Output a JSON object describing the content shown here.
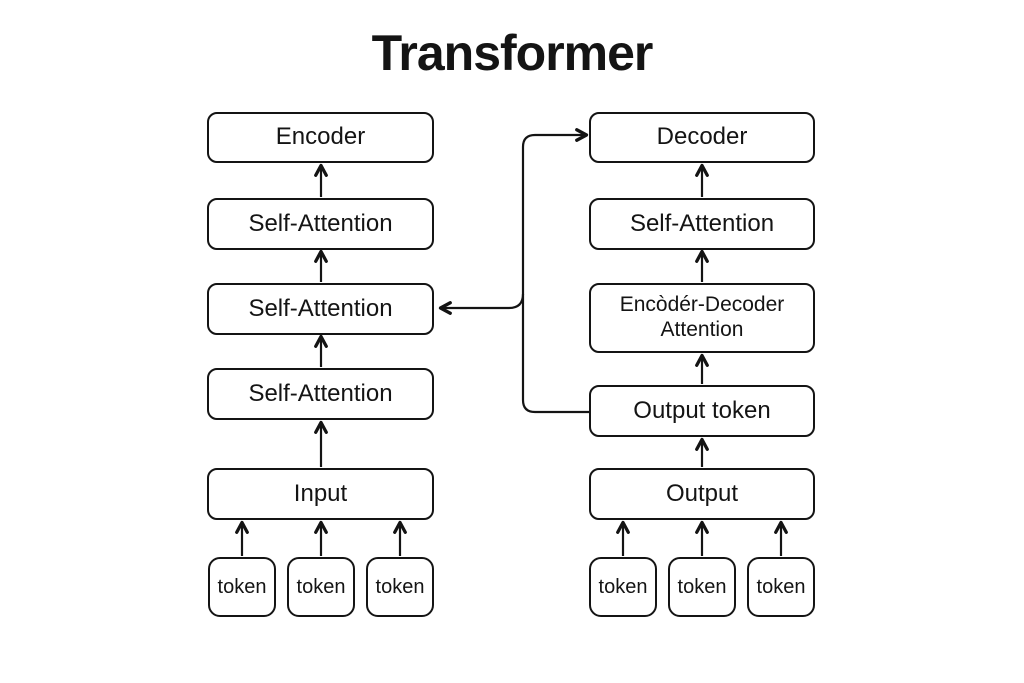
{
  "title": "Transformer",
  "diagram": {
    "colors": {
      "ink": "#141414",
      "background": "#ffffff"
    },
    "encoder_stack": {
      "boxes": [
        "Encoder",
        "Self-Attention",
        "Self-Attention",
        "Self-Attention",
        "Input"
      ],
      "tokens": [
        "token",
        "token",
        "token"
      ]
    },
    "decoder_stack": {
      "boxes": [
        "Decoder",
        "Self-Attention",
        "Encòdér-Decoder Attention",
        "Output token",
        "Output"
      ],
      "tokens": [
        "token",
        "token",
        "token"
      ]
    }
  }
}
